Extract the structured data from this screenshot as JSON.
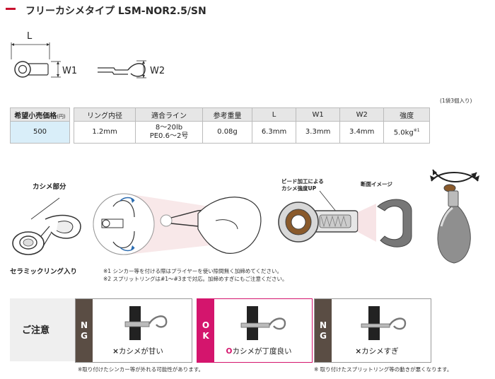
{
  "title": "フリーカシメタイプ LSM-NOR2.5/SN",
  "dims": {
    "l": "L",
    "w1": "W1",
    "w2": "W2"
  },
  "pack_note": "(1袋3個入り)",
  "table": {
    "price_header": "希望小売価格",
    "price_unit": "(円)",
    "price_value": "500",
    "headers": [
      "リング内径",
      "適合ライン",
      "参考重量",
      "L",
      "W1",
      "W2",
      "強度"
    ],
    "values": [
      "1.2mm",
      "8～20lb",
      "0.08g",
      "6.3mm",
      "3.3mm",
      "3.4mm",
      "5.0kg"
    ],
    "line_sub": "PE0.6～2号",
    "strength_sup": "※1"
  },
  "callouts": {
    "kashime": "カシメ部分",
    "ceramic": "セラミックリング入り",
    "bead": "ビード加工による",
    "bead2": "カシメ強度UP",
    "section": "断面イメージ"
  },
  "notes": [
    "※1 シンカー等を付ける際はプライヤーを使い隙間無く加締めてください。",
    "※2 スプリットリングは#1～#3まで対応。加締めすぎにもご注意ください。"
  ],
  "caution": "ご注意",
  "panels": [
    {
      "tag1": "N",
      "tag2": "G",
      "mark": "×",
      "text": "カシメが甘い",
      "note": "※取り付けたシンカー等が外れる可能性があります。",
      "color": "#5a4d44"
    },
    {
      "tag1": "O",
      "tag2": "K",
      "mark": "O",
      "text": "カシメが丁度良い",
      "note": "",
      "color": "#d4156d"
    },
    {
      "tag1": "N",
      "tag2": "G",
      "mark": "×",
      "text": "カシメすぎ",
      "note": "※ 取り付けたスプリットリング等の動きが悪くなります。",
      "color": "#5a4d44"
    }
  ],
  "colors": {
    "accent_red": "#c8102e",
    "ok_pink": "#d4156d",
    "ng_brown": "#5a4d44",
    "price_bg": "#d9eef9"
  }
}
